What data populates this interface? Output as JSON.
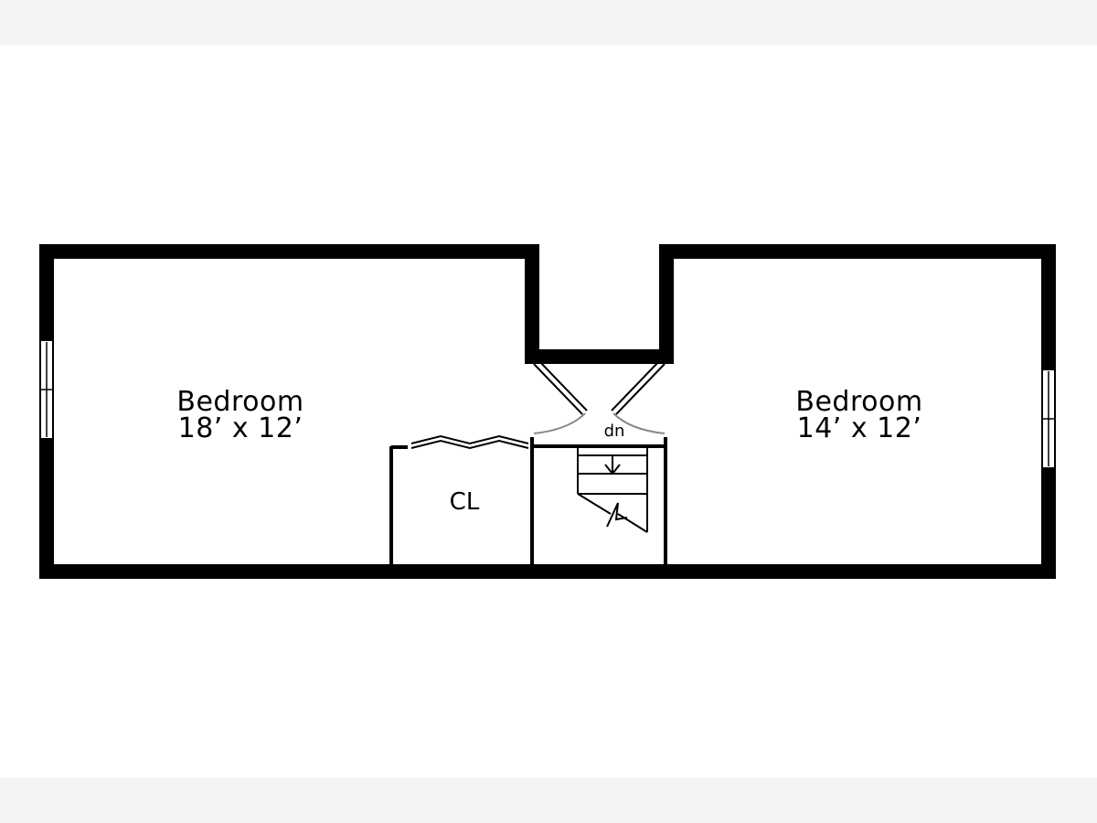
{
  "floorplan": {
    "rooms": [
      {
        "name": "Bedroom",
        "size": "18’ x 12’"
      },
      {
        "name": "Bedroom",
        "size": "14’ x 12’"
      }
    ],
    "closet": {
      "label": "CL"
    },
    "stairs": {
      "label": "dn"
    },
    "colors": {
      "wall": "#000000",
      "door_arc": "#888888",
      "background": "#ffffff",
      "margin": "#f4f4f6"
    }
  }
}
